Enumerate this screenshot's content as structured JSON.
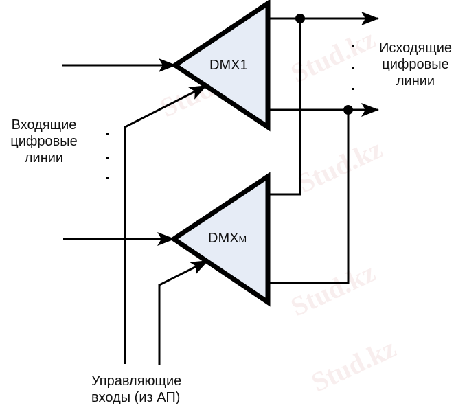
{
  "watermark": "Stud.kz",
  "blocks": {
    "dmx1": "DMX1",
    "dmxm_base": "DMX",
    "dmxm_sub": "M"
  },
  "labels": {
    "inputs": [
      "Входящие",
      "цифровые",
      "линии"
    ],
    "outputs": [
      "Исходящие",
      "цифровые",
      "линии"
    ],
    "control": [
      "Управляющие",
      "входы (из АП)"
    ]
  },
  "colors": {
    "block_fill": "#e6ecf6",
    "line": "#000000"
  }
}
